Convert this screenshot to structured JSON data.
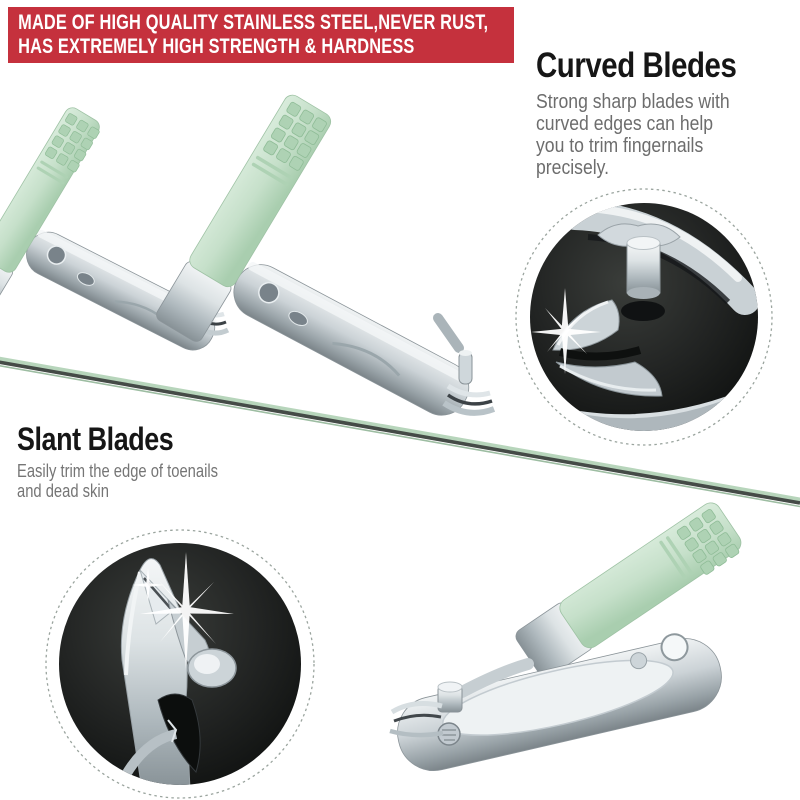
{
  "banner": {
    "line1": "MADE OF HIGH QUALITY STAINLESS STEEL,NEVER RUST,",
    "line2": "HAS EXTREMELY HIGH STRENGTH & HARDNESS",
    "background_color": "#c5313d",
    "text_color": "#ffffff"
  },
  "features": {
    "curved": {
      "title": "Curved Bledes",
      "description": "Strong sharp blades with\ncurved edges can help\nyou to trim fingernails\nprecisely."
    },
    "slant": {
      "title": "Slant Blades",
      "description": "Easily trim the edge of toenails\nand dead skin"
    }
  },
  "photos": {
    "small_clipper": "small-fingernail-clipper-green-handle",
    "large_clipper": "large-fingernail-clipper-green-handle",
    "bottom_clipper": "slant-edge-toenail-clipper-green-handle",
    "nail_file": "green-nail-file-diagonal",
    "curved_zoom_circle": "curved-blades-closeup-circle",
    "slant_zoom_circle": "slant-blades-closeup-circle"
  },
  "colors": {
    "handle_green": "#c9e2cd",
    "metal_light": "#eef1f3",
    "metal_dark": "#848e93",
    "circle_background": "#1b1d1c",
    "heading_text": "#161616",
    "body_text": "#6d6d6d",
    "page_background": "#ffffff"
  }
}
